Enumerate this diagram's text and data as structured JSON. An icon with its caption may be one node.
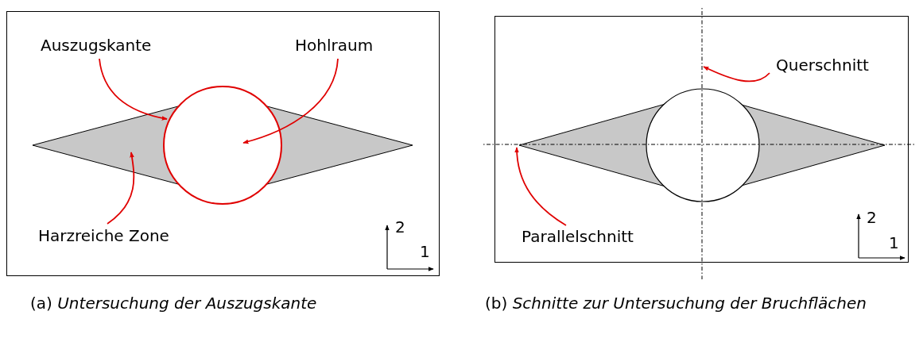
{
  "diagram": {
    "nodes": [
      {
        "text": [],
        "shape": "box"
      },
      {
        "text": [
          "Auszugskante"
        ],
        "in": 0
      },
      {
        "text": [
          "Hohlraum"
        ],
        "in": 0
      },
      {
        "text": [
          "Harzreiche Zone"
        ],
        "in": 0
      },
      {
        "text": [],
        "shape": "diamond",
        "in": 0
      },
      {
        "text": [],
        "shape": "circle",
        "in": 0
      },
      {
        "text": [],
        "shape": "box"
      },
      {
        "text": [
          "Querschnitt"
        ],
        "in": 6
      },
      {
        "text": [
          "Parallelschnitt"
        ],
        "in": 6
      },
      {
        "text": [],
        "shape": "diamond",
        "in": 6
      },
      {
        "text": [],
        "shape": "circle",
        "in": 6
      }
    ],
    "edges": [
      {
        "from": 1,
        "to": 5,
        "arrow": "to"
      },
      {
        "from": 2,
        "to": 5,
        "arrow": "to"
      },
      {
        "from": 3,
        "to": 4,
        "arrow": "to"
      },
      {
        "from": 7,
        "to": 10,
        "arrow": "to"
      },
      {
        "from": 8,
        "to": 9,
        "arrow": "to"
      }
    ],
    "labels": [
      "2",
      "1",
      "2",
      "1",
      "(a) *Untersuchung der Auszugskante*",
      "(b) *Schnitte zur Untersuchung der Bruchflächen*"
    ]
  }
}
